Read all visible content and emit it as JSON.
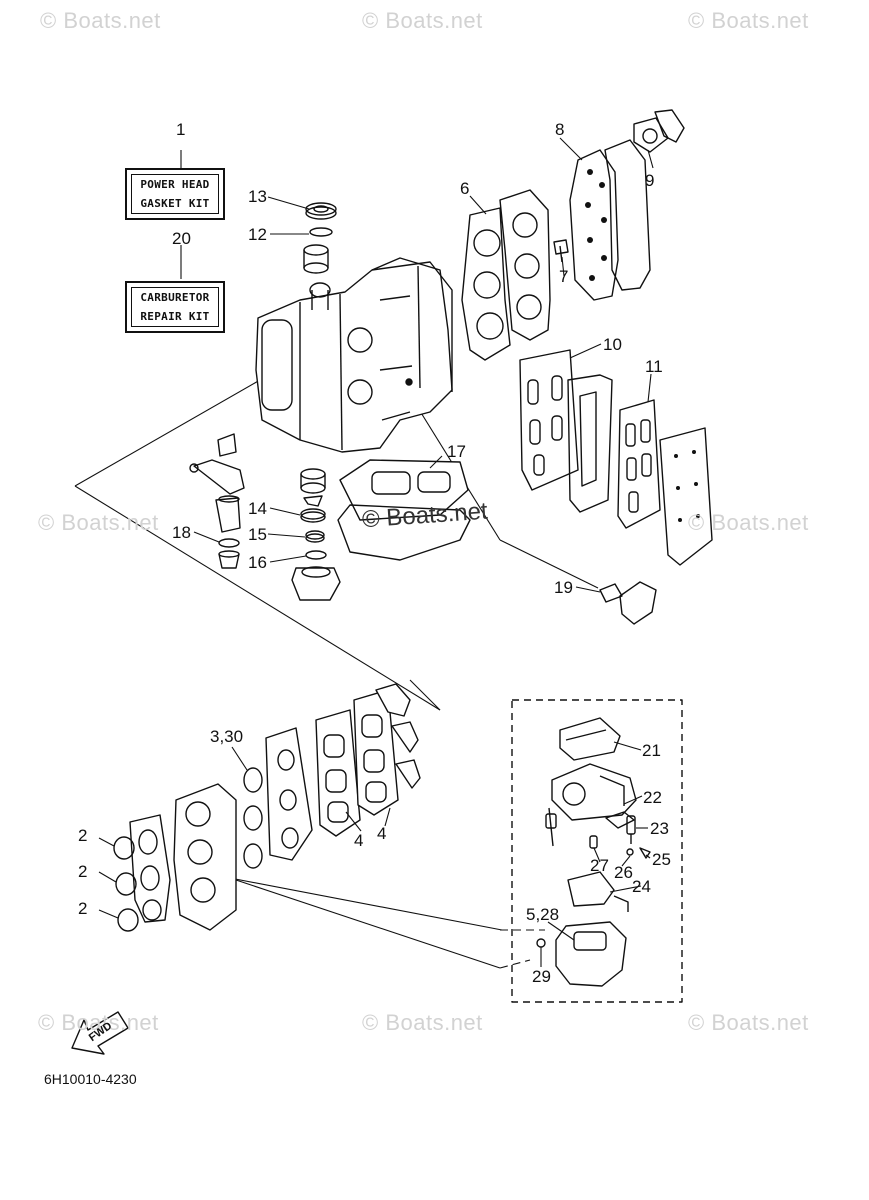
{
  "watermarks": {
    "top_left": "© Boats.net",
    "top_center": "© Boats.net",
    "top_right": "© Boats.net",
    "mid_left": "© Boats.net",
    "mid_center": "© Boats.net",
    "mid_right": "© Boats.net",
    "bottom_left": "© Boats.net",
    "bottom_center": "© Boats.net",
    "bottom_right": "© Boats.net"
  },
  "kits": {
    "power_head": {
      "number": "1",
      "line1": "POWER HEAD",
      "line2": "GASKET KIT"
    },
    "carburetor": {
      "number": "20",
      "line1": "CARBURETOR",
      "line2": "REPAIR KIT"
    }
  },
  "callouts": {
    "c2a": "2",
    "c2b": "2",
    "c2c": "2",
    "c330": "3,30",
    "c4a": "4",
    "c4b": "4",
    "c528": "5,28",
    "c6": "6",
    "c7": "7",
    "c8": "8",
    "c9": "9",
    "c10": "10",
    "c11": "11",
    "c12": "12",
    "c13": "13",
    "c14": "14",
    "c15": "15",
    "c16": "16",
    "c17": "17",
    "c18": "18",
    "c19": "19",
    "c21": "21",
    "c22": "22",
    "c23": "23",
    "c24": "24",
    "c25": "25",
    "c26": "26",
    "c27": "27",
    "c29": "29"
  },
  "fwd_label": "FWD",
  "diagram_code": "6H10010-4230"
}
